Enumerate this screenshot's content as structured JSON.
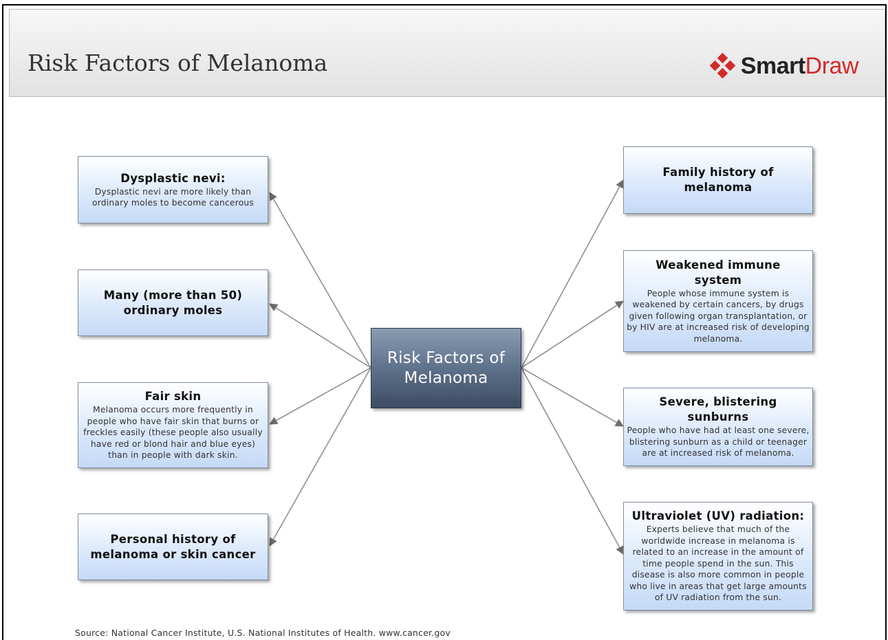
{
  "page": {
    "title": "Risk Factors of Melanoma",
    "logo": {
      "part1": "Smart",
      "part2": "Draw",
      "colors": {
        "mark": "#d22a2a",
        "text": "#222222",
        "accent": "#d22a2a"
      }
    },
    "source": "Source: National Cancer Institute, U.S. National Institutes of Health.  www.cancer.gov"
  },
  "center": {
    "label": "Risk Factors of Melanoma"
  },
  "left_nodes": [
    {
      "title": "Dysplastic nevi:",
      "desc": "Dysplastic nevi are more likely than ordinary moles to become cancerous"
    },
    {
      "title": "Many (more than 50) ordinary moles",
      "desc": ""
    },
    {
      "title": "Fair skin",
      "desc": "Melanoma occurs more frequently in people who have fair skin that burns or freckles easily (these people also usually have red or blond hair and blue eyes) than in people with dark skin."
    },
    {
      "title": "Personal history of melanoma or skin cancer",
      "desc": ""
    }
  ],
  "right_nodes": [
    {
      "title": "Family history of melanoma",
      "desc": ""
    },
    {
      "title": "Weakened immune system",
      "desc": "People whose immune system is weakened by certain cancers, by drugs given following organ transplantation, or by HIV are at increased risk of developing melanoma."
    },
    {
      "title": "Severe, blistering sunburns",
      "desc": "People who have had at least one severe, blistering sunburn as a child or teenager are at increased risk of melanoma."
    },
    {
      "title": "Ultraviolet (UV) radiation:",
      "desc": "Experts believe that much of the worldwide increase in melanoma is related to an increase in the amount of time people spend in the sun. This disease is also more common in people who live in areas that get large amounts of UV radiation from the sun."
    }
  ]
}
